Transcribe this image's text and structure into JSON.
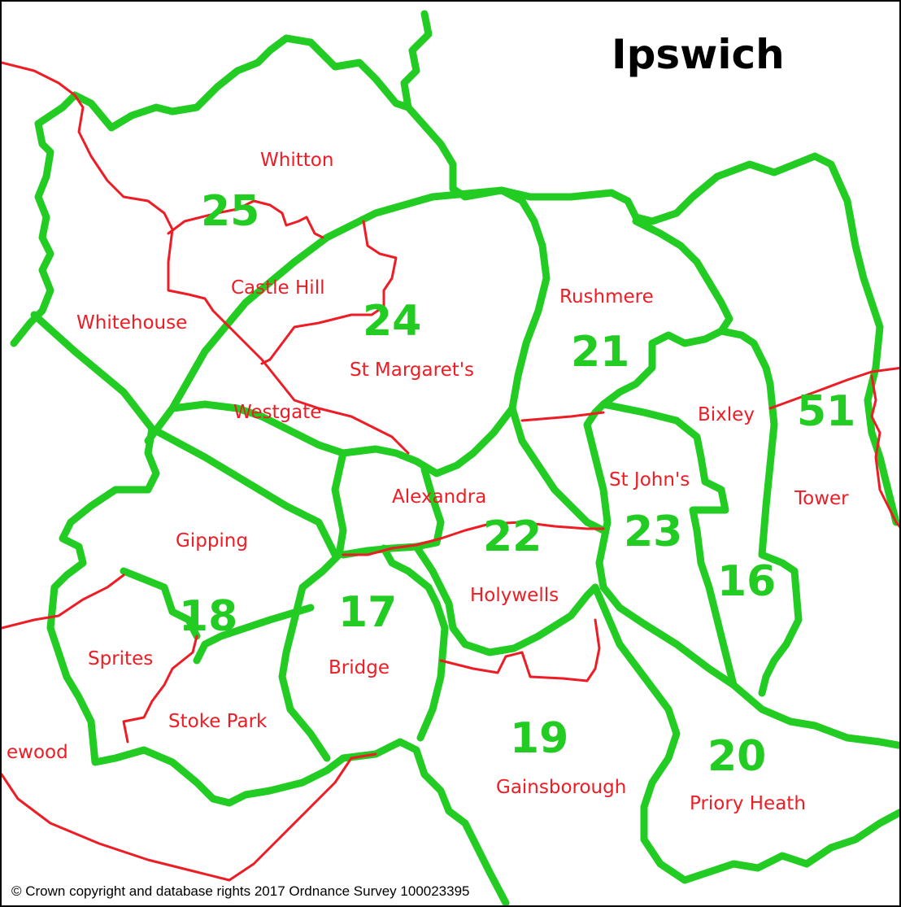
{
  "map": {
    "title": "Ipswich",
    "copyright": "© Crown copyright and database rights 2017 Ordnance Survey 100023395",
    "colors": {
      "ward_boundary": "#ee1c24",
      "division_boundary": "#22cc22",
      "frame": "#000000"
    },
    "wards": {
      "whitton": "Whitton",
      "castle_hill": "Castle Hill",
      "whitehouse": "Whitehouse",
      "st_margarets": "St Margaret's",
      "westgate": "Westgate",
      "rushmere": "Rushmere",
      "bixley": "Bixley",
      "st_johns": "St John's",
      "tower": "Tower",
      "alexandra": "Alexandra",
      "gipping": "Gipping",
      "holywells": "Holywells",
      "sprites": "Sprites",
      "bridge": "Bridge",
      "stoke_park": "Stoke Park",
      "sherwood_partial": "ewood",
      "gainsborough": "Gainsborough",
      "priory_heath": "Priory Heath"
    },
    "divisions": {
      "d25": "25",
      "d24": "24",
      "d21": "21",
      "d51": "51",
      "d22": "22",
      "d23": "23",
      "d16": "16",
      "d18": "18",
      "d17": "17",
      "d19": "19",
      "d20": "20"
    }
  }
}
